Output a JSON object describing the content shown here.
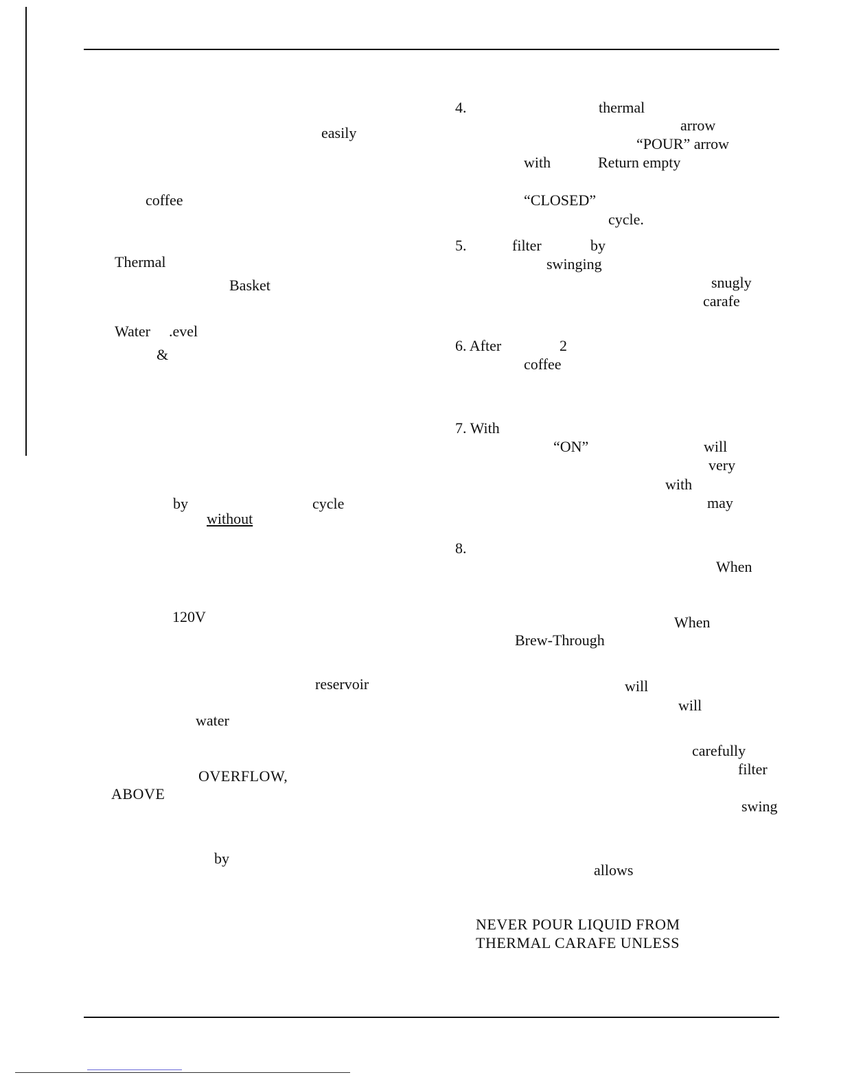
{
  "left_column": {
    "easily": "easily",
    "coffee": "coffee",
    "thermal": "Thermal",
    "basket": "Basket",
    "water": "Water",
    "level": ".evel",
    "ampersand": "&",
    "by1": "by",
    "cycle": "cycle",
    "without": "without",
    "v120": "120V",
    "reservoir": "reservoir",
    "water2": "water",
    "overflow": "OVERFLOW,",
    "above": "ABOVE",
    "by2": "by"
  },
  "right_column": {
    "step4": "4.",
    "thermal": "thermal",
    "arrow": "arrow",
    "pour_arrow": "“POUR” arrow",
    "with": "with",
    "return_empty": "Return empty",
    "closed": "“CLOSED”",
    "cycle": "cycle.",
    "step5": "5.",
    "filter": "filter",
    "by": "by",
    "swinging": "swinging",
    "snugly": "snugly",
    "carafe": "carafe",
    "step6": "6. After",
    "two": "2",
    "coffee": "coffee",
    "step7": "7. With",
    "on": "“ON”",
    "will": "will",
    "very": "very",
    "with2": "with",
    "may": "may",
    "step8": "8.",
    "when": "When",
    "when2": "When",
    "brew_through": "Brew-Through",
    "will2": "will",
    "will3": "will",
    "carefully": "carefully",
    "filter2": "filter",
    "swing": "swing",
    "allows": "allows",
    "warning_line1": "NEVER POUR LIQUID FROM",
    "warning_line2": "THERMAL CARAFE UNLESS"
  }
}
